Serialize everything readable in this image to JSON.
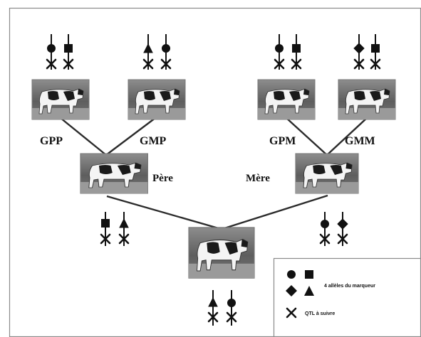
{
  "diagram": {
    "labels": {
      "gpp": "GPP",
      "gmp": "GMP",
      "gpm": "GPM",
      "gmm": "GMM",
      "pere": "Père",
      "mere": "Mère"
    },
    "legend": {
      "marker_alleles": "4 allèles du marqueur",
      "qtl": "QTL à suivre"
    },
    "colors": {
      "frame": "#8a8a8a",
      "line": "#2b2b2b",
      "symbol": "#111111",
      "photo_bg": "#6b6b6b"
    },
    "icons": [
      "circle",
      "square",
      "triangle",
      "diamond",
      "cross"
    ]
  }
}
